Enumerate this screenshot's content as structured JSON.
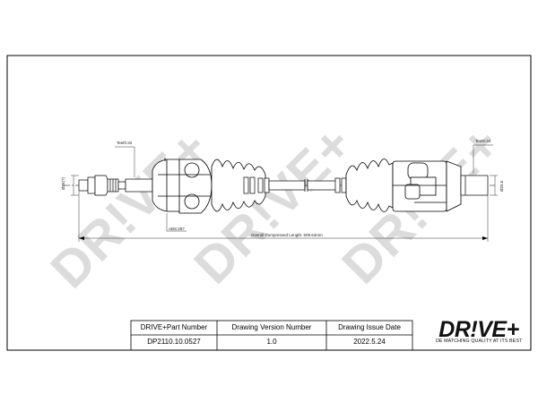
{
  "watermark": {
    "text": "DR!VE+"
  },
  "drawing": {
    "teeth_left": "Teeth:32",
    "teeth_right": "Teeth:34",
    "abs_label": "ABS:29?",
    "dim_left_vertical": "Ø25(?)",
    "dim_right_vertical": "Ø25.5",
    "overall_label": "Overall  Compressed  Length: 609.64mm"
  },
  "title_block": {
    "headers": [
      "DRIVE+Part Number",
      "Drawing Version Number",
      "Drawing Issue Date"
    ],
    "values": [
      "DP2110.10.0527",
      "1.0",
      "2022.5.24"
    ]
  },
  "logo": {
    "main": "DR!VE+",
    "tagline": "OE MATCHING QUALITY AT ITS BEST"
  }
}
